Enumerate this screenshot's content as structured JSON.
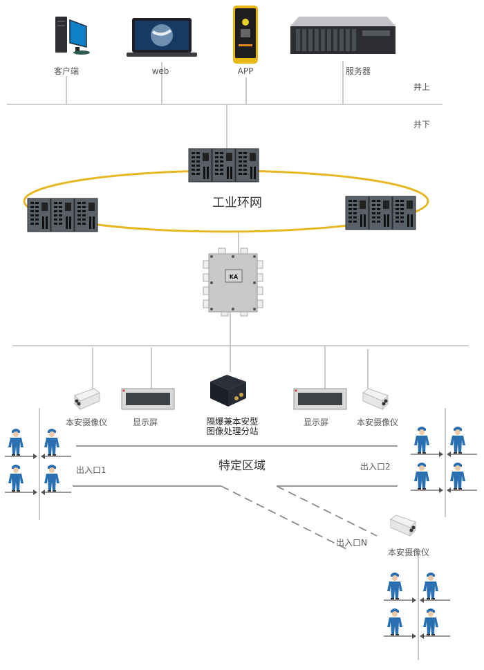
{
  "title": "Mine Access Area Image Recognition System Topology",
  "surface": {
    "level_above": "井上",
    "level_below": "井下",
    "devices": [
      {
        "id": "client",
        "label": "客户端",
        "icon": "desktop-computer-icon"
      },
      {
        "id": "web",
        "label": "web",
        "icon": "laptop-icon"
      },
      {
        "id": "app",
        "label": "APP",
        "icon": "rugged-phone-icon"
      },
      {
        "id": "server",
        "label": "服务器",
        "icon": "rack-server-icon"
      }
    ]
  },
  "ring_network": {
    "label": "工业环网",
    "switch_icon": "industrial-switch-icon",
    "switch_count": 3,
    "ring_color": "#e5b722"
  },
  "junction_box": {
    "icon": "junction-box-icon",
    "badge": "KA"
  },
  "field_devices": [
    {
      "id": "camera-left",
      "label": "本安摄像仪",
      "icon": "camera-icon"
    },
    {
      "id": "display-left",
      "label": "显示屏",
      "icon": "display-screen-icon"
    },
    {
      "id": "station",
      "label": "隔爆兼本安型\n图像处理分站",
      "icon": "image-processing-station-icon"
    },
    {
      "id": "display-right",
      "label": "显示屏",
      "icon": "display-screen-icon"
    },
    {
      "id": "camera-right",
      "label": "本安摄像仪",
      "icon": "camera-icon"
    }
  ],
  "zone": {
    "label": "特定区域",
    "entrances": [
      {
        "id": "entrance-1",
        "label": "出入口1"
      },
      {
        "id": "entrance-2",
        "label": "出入口2"
      },
      {
        "id": "entrance-n",
        "label": "出入口N"
      }
    ],
    "entrance_n_camera": {
      "label": "本安摄像仪",
      "icon": "camera-icon"
    },
    "worker_icon": "worker-icon",
    "worker_color": "#2a6fb0"
  },
  "colors": {
    "line": "#bdbdbd",
    "zone_line": "#8a8a8a",
    "switch_body": "#5a6068"
  }
}
